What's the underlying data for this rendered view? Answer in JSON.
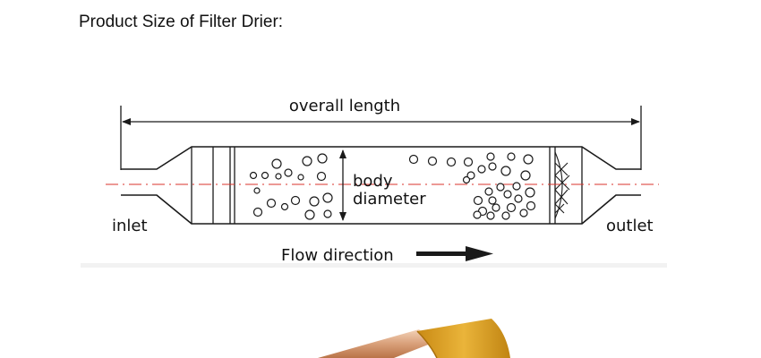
{
  "heading": "Product Size of Filter Drier:",
  "diagram": {
    "overall_length": "overall length",
    "body_diameter_line1": "body",
    "body_diameter_line2": "diameter",
    "inlet": "inlet",
    "outlet": "outlet",
    "flow_direction": "Flow direction"
  },
  "colors": {
    "outline": "#1a1a1a",
    "centerline": "#d9332b",
    "brass_cap": "#e0a224",
    "copper_tube": "#c98a5a"
  },
  "icons": [
    "flow-arrow-icon",
    "mesh-screen-icon",
    "desiccant-bead-icon"
  ]
}
